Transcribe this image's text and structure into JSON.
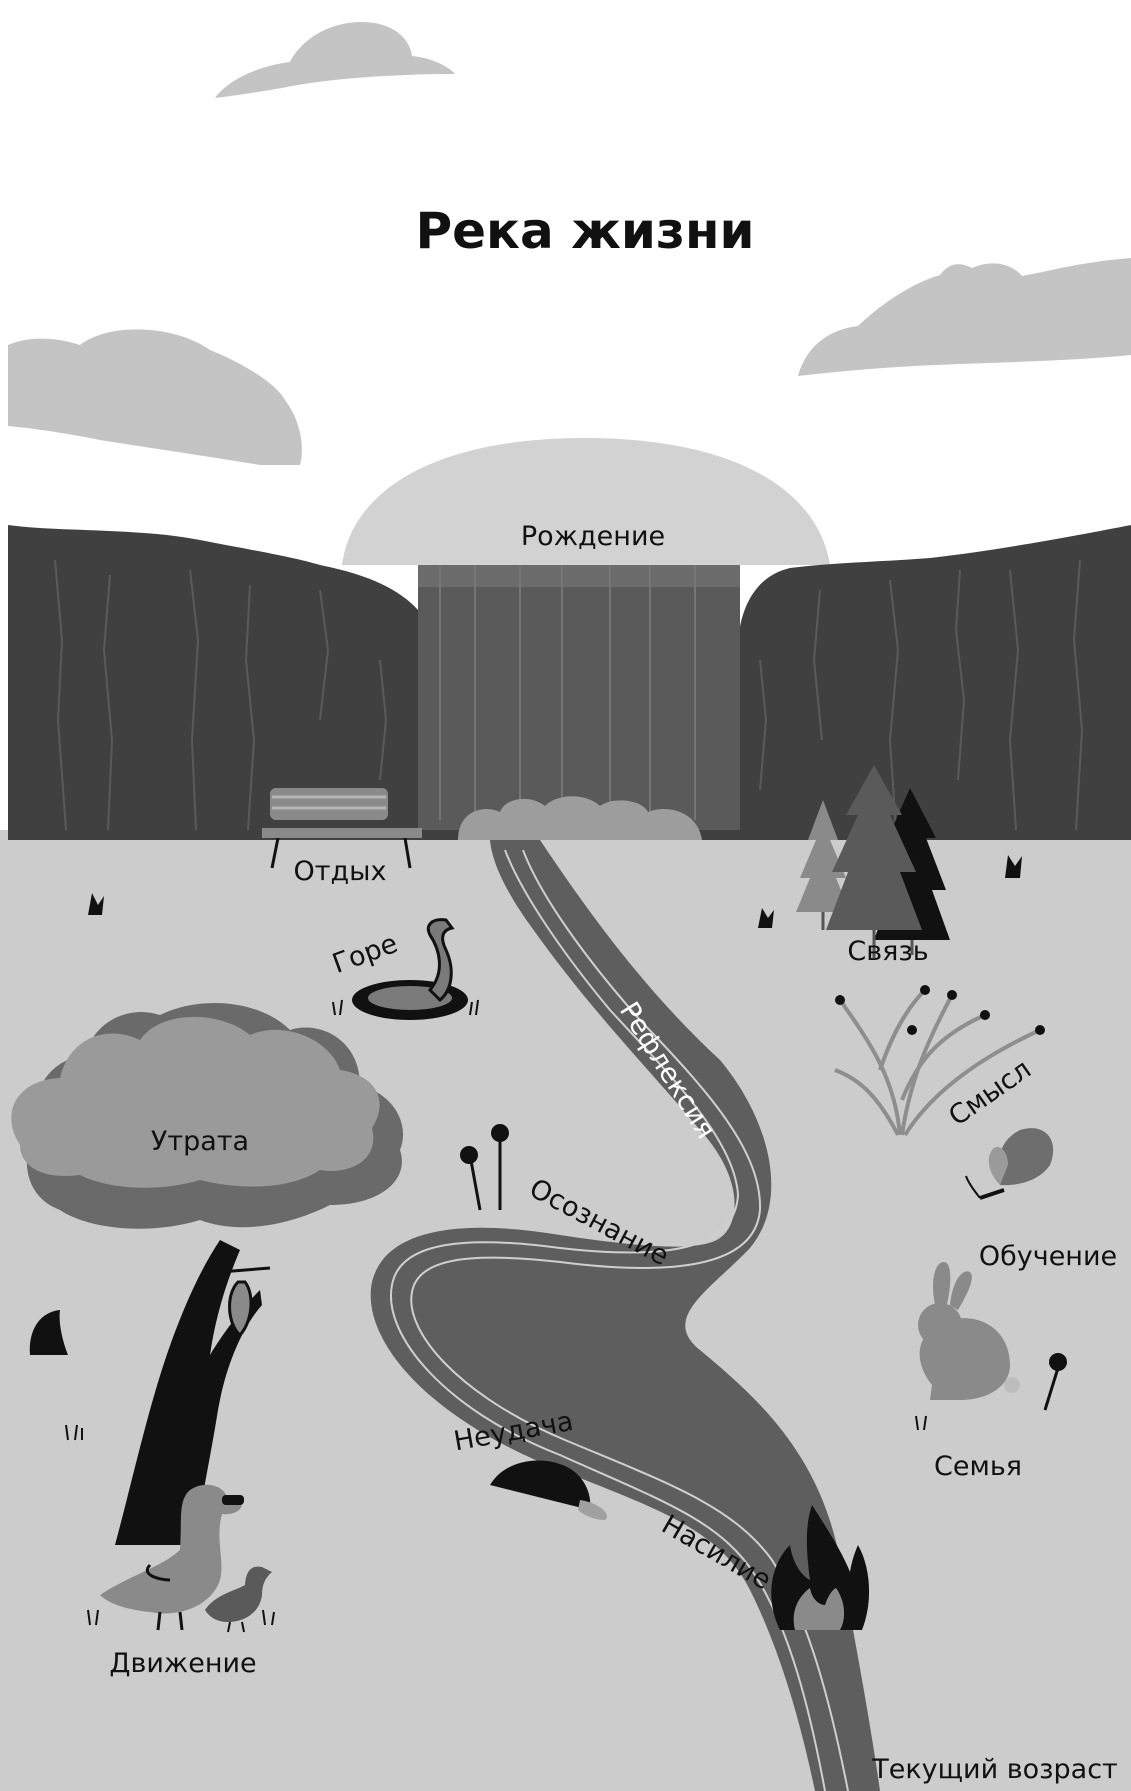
{
  "title": "Река жизни",
  "labels": {
    "birth": "Рождение",
    "rest": "Отдых",
    "grief": "Горе",
    "connection": "Связь",
    "reflection": "Рефлексия",
    "meaning": "Смысл",
    "loss": "Утрата",
    "awareness": "Осознание",
    "learning": "Обучение",
    "failure": "Неудача",
    "family": "Семья",
    "violence": "Насилие",
    "movement": "Движение",
    "current_age": "Текущий возраст"
  },
  "colors": {
    "sky": "#ffffff",
    "ground": "#cccccc",
    "cliff": "#404040",
    "waterfall": "#5a5a5a",
    "river": "#5e5e5e",
    "sun": "#d2d2d2",
    "cloud": "#c4c4c4",
    "tree_crown": "#9a9a9a",
    "ink": "#111111"
  },
  "icons": [
    "bench-icon",
    "snake-icon",
    "pine-trees-icon",
    "thorn-bush-icon",
    "tree-icon",
    "cocoon-icon",
    "flower-icon",
    "butterfly-icon",
    "bunny-icon",
    "cap-icon",
    "fire-icon",
    "duck-icon",
    "duckling-icon",
    "grass-tuft-icon"
  ]
}
